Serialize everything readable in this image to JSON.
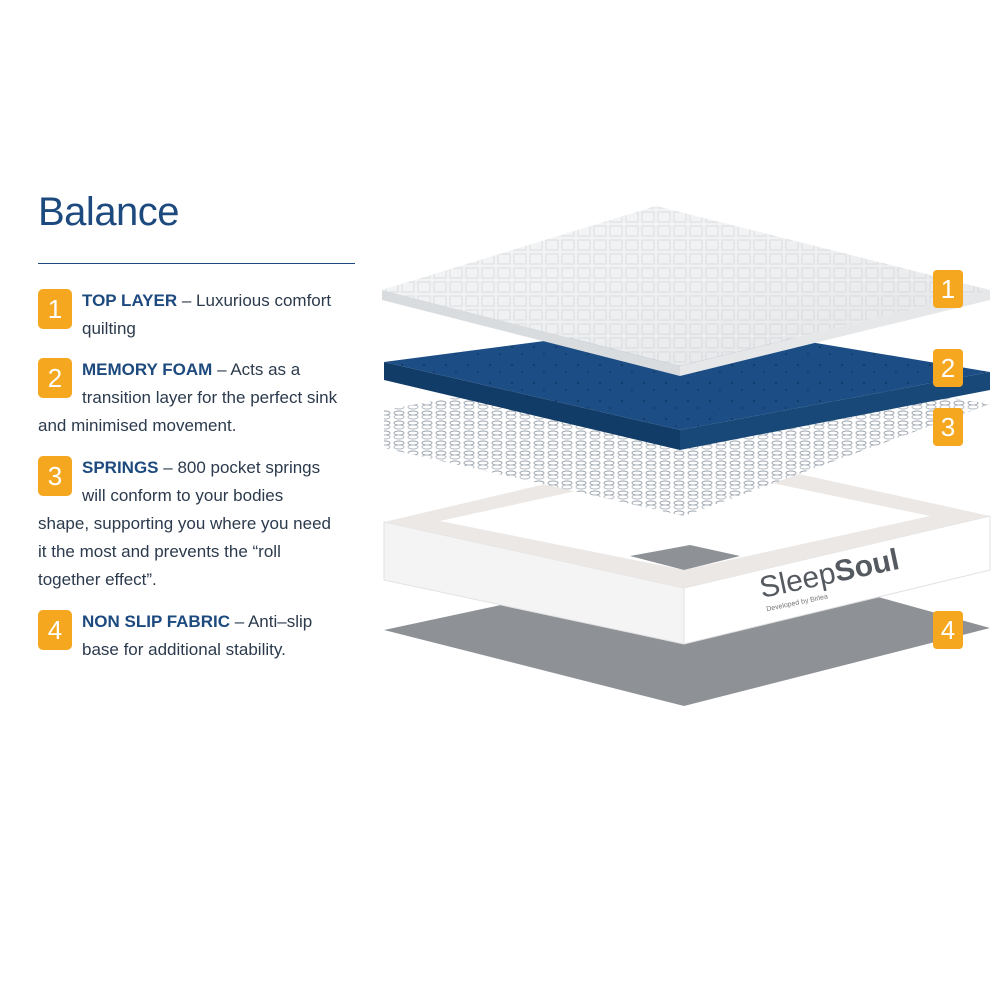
{
  "title": "Balance",
  "accent_color": "#f5a81f",
  "heading_color": "#1d4a7e",
  "legend": [
    {
      "number": "1",
      "name": "TOP LAYER",
      "text": "Luxurious comfort quilting"
    },
    {
      "number": "2",
      "name": "MEMORY FOAM",
      "text": "Acts as a transition layer for the perfect sink and minimised movement."
    },
    {
      "number": "3",
      "name": "SPRINGS",
      "text": "800 pocket springs will conform to your bodies shape, supporting you where you need it the most and prevents the “roll together effect”."
    },
    {
      "number": "4",
      "name": "NON SLIP FABRIC",
      "text": "Anti–slip base for additional stability."
    }
  ],
  "separator": " – ",
  "callouts": [
    "1",
    "2",
    "3",
    "4"
  ],
  "brand": {
    "name_part1": "Sleep",
    "name_part2": "Soul",
    "tagline": "Developed by Birlea"
  }
}
